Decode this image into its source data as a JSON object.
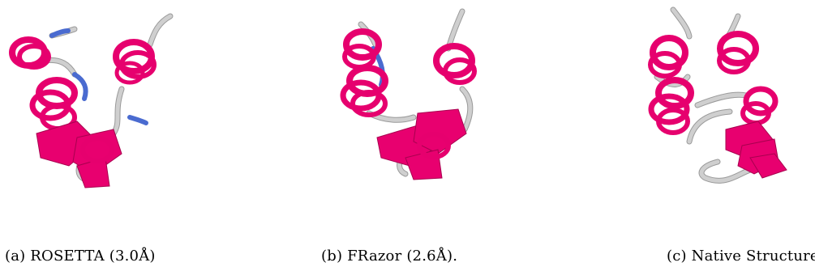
{
  "colors": {
    "helix": "#e6006e",
    "coil": "#cfcfcf",
    "turn": "#4a6bd0",
    "background": "#ffffff"
  },
  "panels": [
    {
      "caption": "(a) ROSETTA (3.0Å)"
    },
    {
      "caption": "(b) FRazor (2.6Å)."
    },
    {
      "caption": "(c) Native Structure"
    }
  ]
}
